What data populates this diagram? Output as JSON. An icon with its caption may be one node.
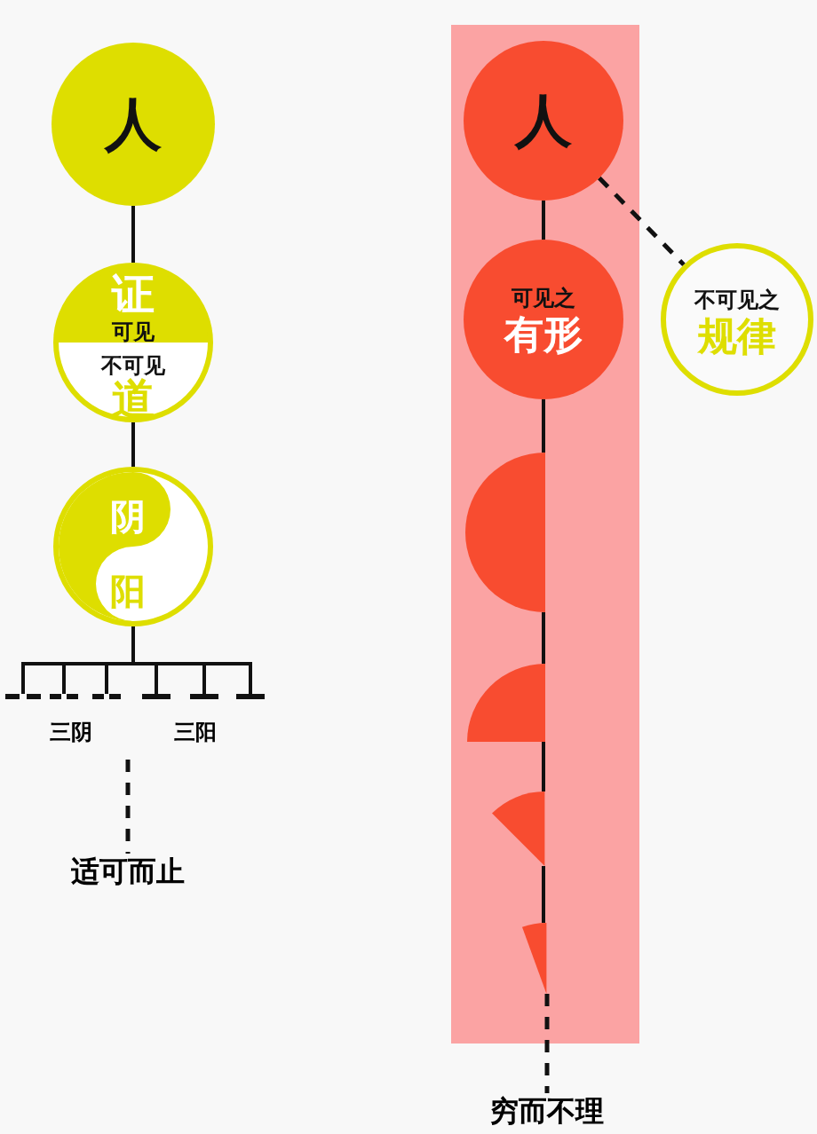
{
  "diagram": {
    "nodes": [
      {
        "text": [
          "人"
        ]
      },
      {
        "text": [
          "证",
          "可见",
          "不可见",
          "道"
        ]
      },
      {
        "text": [
          "阴",
          "阳"
        ]
      },
      {
        "text": [],
        "shape": "dashes"
      },
      {
        "text": [],
        "shape": "dashes"
      },
      {
        "text": [],
        "shape": "dashes"
      },
      {
        "text": [],
        "shape": "bar"
      },
      {
        "text": [],
        "shape": "bar"
      },
      {
        "text": [],
        "shape": "bar"
      },
      {
        "text": [
          "适可而止"
        ]
      },
      {
        "text": [],
        "shape": "box"
      },
      {
        "text": [
          "人"
        ],
        "in": 10
      },
      {
        "text": [
          "可见之",
          "有形"
        ],
        "in": 10
      },
      {
        "text": [
          "不可见之",
          "规律"
        ]
      },
      {
        "text": [],
        "shape": "semicircle",
        "in": 10
      },
      {
        "text": [],
        "shape": "quadrant",
        "in": 10
      },
      {
        "text": [],
        "shape": "wedge",
        "in": 10
      },
      {
        "text": [],
        "shape": "wedge",
        "in": 10
      },
      {
        "text": [
          "穷而不理"
        ]
      }
    ],
    "edges": [
      {
        "from": 0,
        "to": 1,
        "arrow": "none"
      },
      {
        "from": 1,
        "to": 2,
        "arrow": "none"
      },
      {
        "from": 2,
        "to": 3,
        "arrow": "none"
      },
      {
        "from": 2,
        "to": 4,
        "arrow": "none"
      },
      {
        "from": 2,
        "to": 5,
        "arrow": "none"
      },
      {
        "from": 2,
        "to": 6,
        "arrow": "none"
      },
      {
        "from": 2,
        "to": 7,
        "arrow": "none"
      },
      {
        "from": 2,
        "to": 8,
        "arrow": "none"
      },
      {
        "from": null,
        "to": 9,
        "arrow": "none",
        "style": "dashed"
      },
      {
        "from": 11,
        "to": 12,
        "arrow": "none"
      },
      {
        "from": 11,
        "to": 13,
        "arrow": "none",
        "style": "dashed"
      },
      {
        "from": 12,
        "to": 14,
        "arrow": "none"
      },
      {
        "from": 14,
        "to": 15,
        "arrow": "none"
      },
      {
        "from": 15,
        "to": 16,
        "arrow": "none"
      },
      {
        "from": 16,
        "to": 17,
        "arrow": "none"
      },
      {
        "from": 17,
        "to": 18,
        "arrow": "none",
        "style": "dashed"
      }
    ],
    "labels": [
      "三阴",
      "三阳"
    ]
  }
}
